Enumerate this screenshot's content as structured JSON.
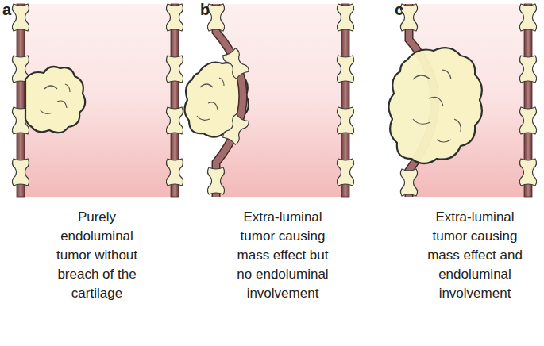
{
  "diagram": {
    "labels": [
      "a",
      "b",
      "c",
      "Purely endoluminal tumor without breach of the cartilage",
      "Extra-luminal tumor causing mass effect but no endoluminal involvement",
      "Extra-luminal tumor causing mass effect and endoluminal involvement"
    ]
  }
}
